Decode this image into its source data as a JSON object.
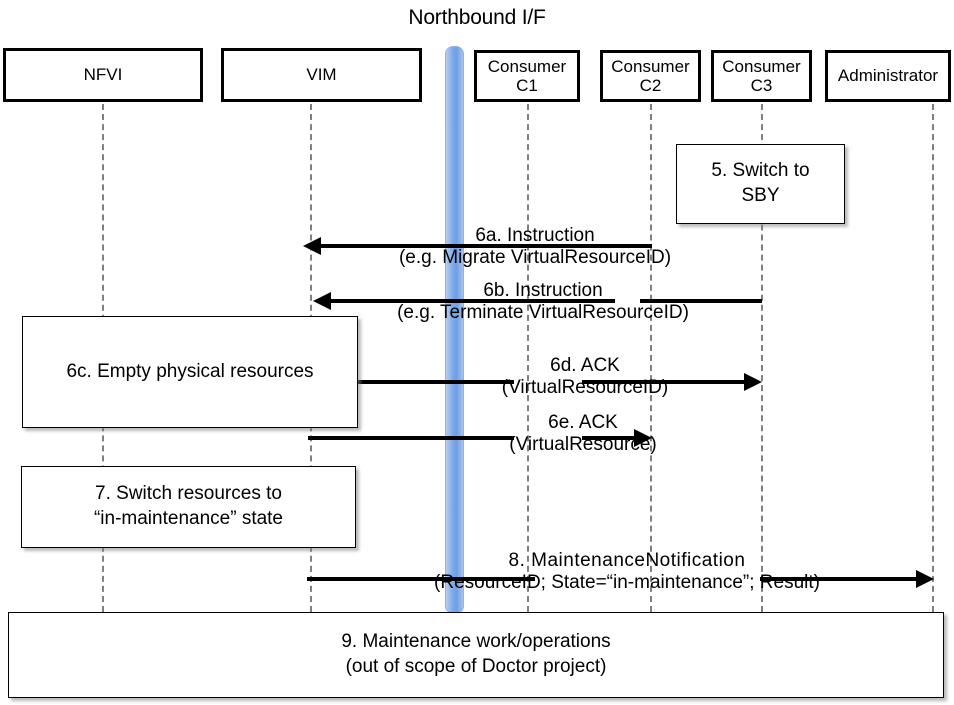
{
  "diagram": {
    "title": "Northbound I/F",
    "type": "uml-sequence-diagram"
  },
  "participants": [
    {
      "id": "nfvi",
      "name": "NFVI",
      "line2": ""
    },
    {
      "id": "vim",
      "name": "VIM",
      "line2": ""
    },
    {
      "id": "c1",
      "name": "Consumer",
      "line2": "C1"
    },
    {
      "id": "c2",
      "name": "Consumer",
      "line2": "C2"
    },
    {
      "id": "c3",
      "name": "Consumer",
      "line2": "C3"
    },
    {
      "id": "admin",
      "name": "Administrator",
      "line2": ""
    }
  ],
  "notes": [
    {
      "id": "note5",
      "line1": "5. Switch to",
      "line2": "SBY"
    },
    {
      "id": "note6c",
      "line1": "6c. Empty physical resources",
      "line2": ""
    },
    {
      "id": "note7",
      "line1": "7. Switch resources to",
      "line2": "“in-maintenance” state"
    },
    {
      "id": "note9",
      "line1": "9. Maintenance work/operations",
      "line2": "(out of scope of Doctor project)"
    }
  ],
  "messages": [
    {
      "id": "m6a",
      "label_line1": "6a. Instruction",
      "label_line2": "(e.g. Migrate VirtualResourceID)",
      "from": "c1",
      "to": "vim",
      "direction": "left"
    },
    {
      "id": "m6b",
      "label_line1": "6b. Instruction",
      "label_line2": "(e.g. Terminate VirtualResourceID)",
      "from": "c3",
      "to": "vim",
      "direction": "left"
    },
    {
      "id": "m6d",
      "label_line1": "6d. ACK",
      "label_line2": "(VirtualResourceID)",
      "from": "vim",
      "to": "c3",
      "direction": "right"
    },
    {
      "id": "m6e",
      "label_line1": "6e. ACK",
      "label_line2": "(VirtualResource)",
      "from": "vim",
      "to": "c1",
      "direction": "right"
    },
    {
      "id": "m8",
      "label_line1": "8.    MaintenanceNotification",
      "label_line2": "(ResourceID; State=“in-maintenance”; Result)",
      "from": "vim",
      "to": "admin",
      "direction": "right"
    }
  ],
  "colors": {
    "northbound_bar": "#7ba7e8",
    "box_border": "#000000",
    "lifeline": "#808080",
    "text": "#000000",
    "background": "#ffffff"
  }
}
